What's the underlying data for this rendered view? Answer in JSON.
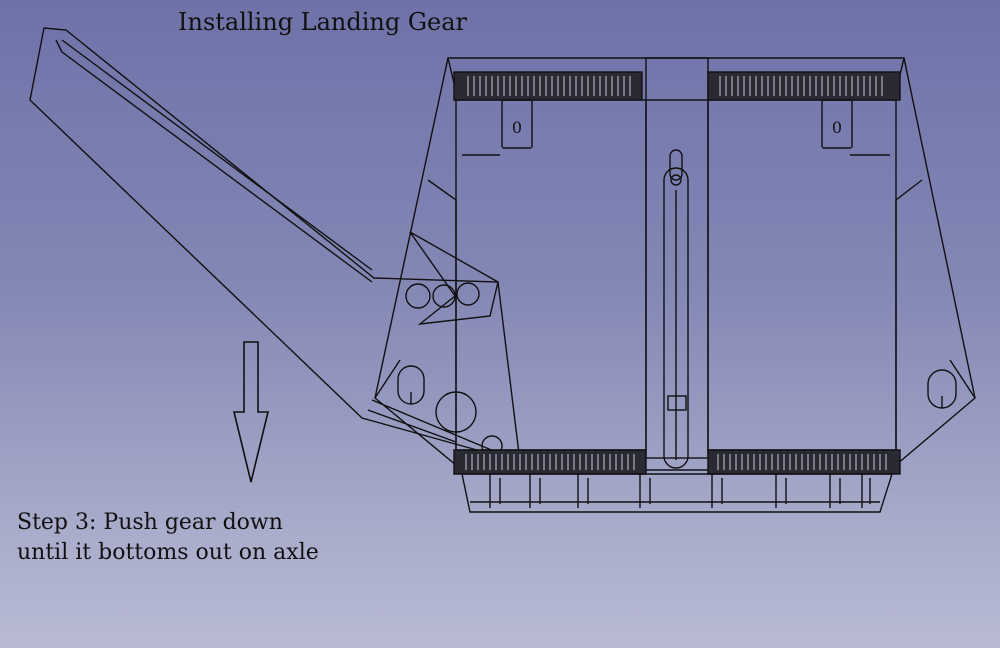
{
  "title": "Installing Landing Gear",
  "caption": {
    "line1": "Step 3:   Push gear down",
    "line2": "until it bottoms out on axle"
  },
  "colors": {
    "background_top": "#6e72a8",
    "background_bottom": "#b9bbd4",
    "line": "#111111"
  },
  "bracket_labels": [
    "0",
    "0"
  ]
}
